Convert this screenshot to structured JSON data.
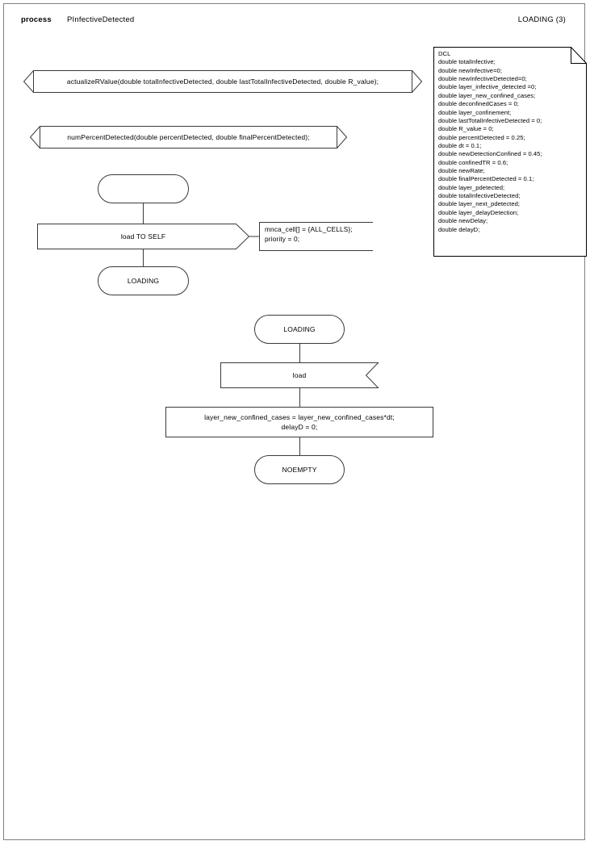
{
  "header": {
    "kind_label": "process",
    "process_name": "PInfectiveDetected",
    "state_ref": "LOADING (3)"
  },
  "declaration_note": {
    "title": "DCL",
    "variables": [
      "double totalInfective;",
      "double newInfective=0;",
      "double newInfectiveDetected=0;",
      "double layer_infective_detected =0;",
      "double layer_new_confined_cases;",
      "double deconfinedCases = 0;",
      "double layer_confinement;",
      "double lastTotalInfectiveDetected = 0;",
      "double R_value = 0;",
      "double percentDetected = 0.25;",
      "double dt = 0.1;",
      "double newDetectionConfined = 0.45;",
      "double confinedTR = 0.6;",
      "double newRate;",
      "double finalPercentDetected = 0.1;",
      "double layer_pdetected;",
      "double totalInfectiveDetected;",
      "double layer_next_pdetected;",
      "double layer_delayDetection;",
      "double newDelay;",
      "double delayD;"
    ],
    "full_text": "DCL\ndouble totalInfective;\ndouble newInfective=0;\ndouble newInfectiveDetected=0;\ndouble layer_infective_detected =0;\ndouble layer_new_confined_cases;\ndouble deconfinedCases = 0;\ndouble layer_confinement;\ndouble lastTotalInfectiveDetected = 0;\ndouble R_value = 0;\ndouble percentDetected = 0.25;\ndouble dt = 0.1;\ndouble newDetectionConfined = 0.45;\ndouble confinedTR = 0.6;\ndouble newRate;\ndouble finalPercentDetected = 0.1;\ndouble layer_pdetected;\ndouble totalInfectiveDetected;\ndouble layer_next_pdetected;\ndouble layer_delayDetection;\ndouble newDelay;\ndouble delayD;"
  },
  "procedures": [
    {
      "id": "actualizeRValue",
      "signature": "actualizeRValue(double totalInfectiveDetected, double lastTotalInfectiveDetected, double R_value);"
    },
    {
      "id": "numPercentDetected",
      "signature": "numPercentDetected(double percentDetected, double finalPercentDetected);"
    }
  ],
  "transitions": [
    {
      "id": "start-transition",
      "start_state_label": "",
      "output": {
        "label": "load TO SELF",
        "comment": "mnca_cell[] = {ALL_CELLS};\npriority = 0;"
      },
      "next_state_label": "LOADING"
    },
    {
      "id": "loading-transition",
      "state_label": "LOADING",
      "input_label": "load",
      "task_label": "layer_new_confined_cases = layer_new_confined_cases*dt;\ndelayD = 0;",
      "next_state_label": "NOEMPTY"
    }
  ],
  "colors": {
    "stroke": "#3a3a3a",
    "stroke_dark": "#000000",
    "frame": "#808080",
    "background": "#ffffff"
  }
}
